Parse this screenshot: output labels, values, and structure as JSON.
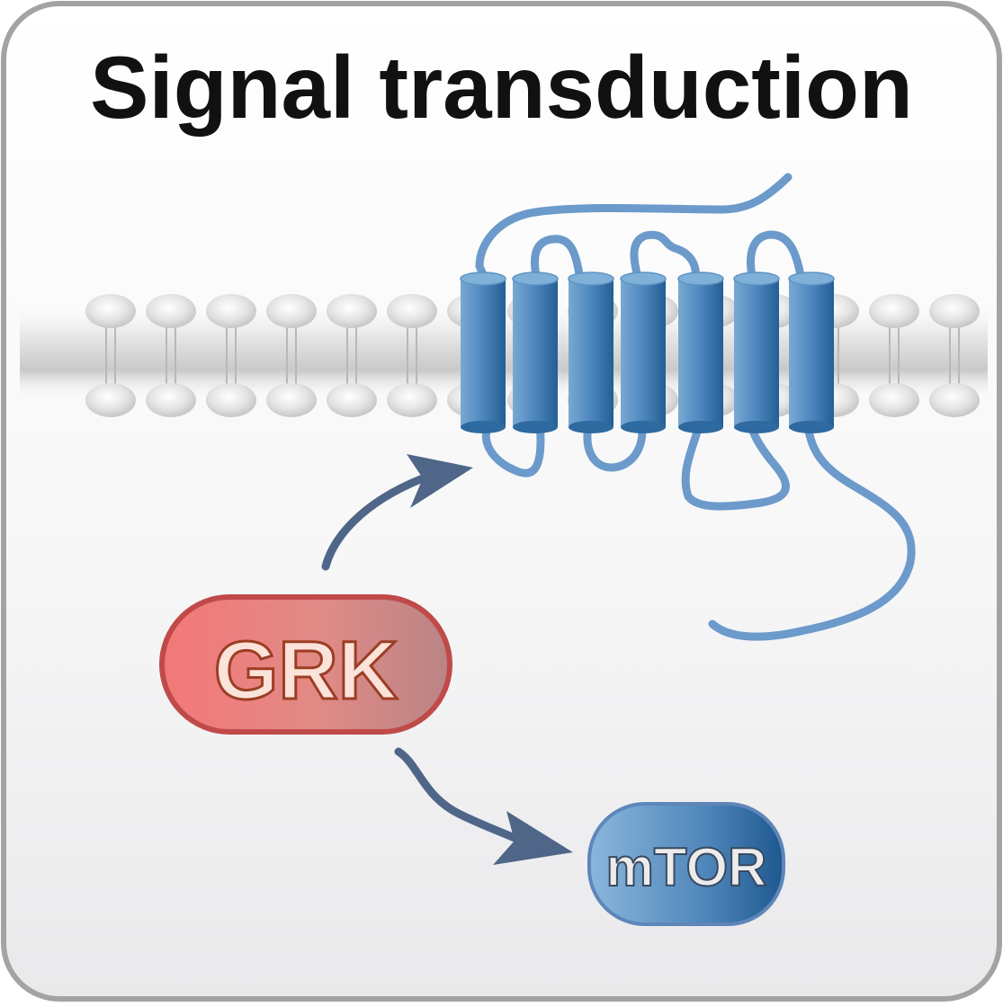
{
  "title": "Signal transduction",
  "nodes": {
    "grk": {
      "label": "GRK"
    },
    "mtor": {
      "label": "mTOR"
    }
  },
  "colors": {
    "receptor": "#4a7fb5",
    "receptor_dark": "#1f5a8e",
    "receptor_line": "#6b9acb",
    "grk_fill": "#ee7b7b",
    "grk_border": "#c04a4a",
    "mtor_fill": "#5f93c2",
    "arrow": "#4f6688"
  }
}
